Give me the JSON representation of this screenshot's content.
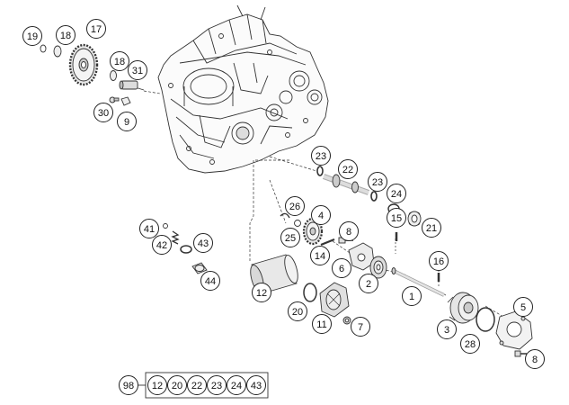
{
  "callouts": [
    {
      "n": "19"
    },
    {
      "n": "18"
    },
    {
      "n": "17"
    },
    {
      "n": "18"
    },
    {
      "n": "31"
    },
    {
      "n": "30"
    },
    {
      "n": "9"
    },
    {
      "n": "23"
    },
    {
      "n": "22"
    },
    {
      "n": "23"
    },
    {
      "n": "24"
    },
    {
      "n": "21"
    },
    {
      "n": "26"
    },
    {
      "n": "4"
    },
    {
      "n": "25"
    },
    {
      "n": "8"
    },
    {
      "n": "14"
    },
    {
      "n": "6"
    },
    {
      "n": "15"
    },
    {
      "n": "16"
    },
    {
      "n": "41"
    },
    {
      "n": "43"
    },
    {
      "n": "42"
    },
    {
      "n": "44"
    },
    {
      "n": "12"
    },
    {
      "n": "2"
    },
    {
      "n": "1"
    },
    {
      "n": "20"
    },
    {
      "n": "11"
    },
    {
      "n": "7"
    },
    {
      "n": "5"
    },
    {
      "n": "3"
    },
    {
      "n": "28"
    },
    {
      "n": "8"
    }
  ],
  "kit": {
    "id": "98",
    "items": [
      "12",
      "20",
      "22",
      "23",
      "24",
      "43"
    ]
  }
}
